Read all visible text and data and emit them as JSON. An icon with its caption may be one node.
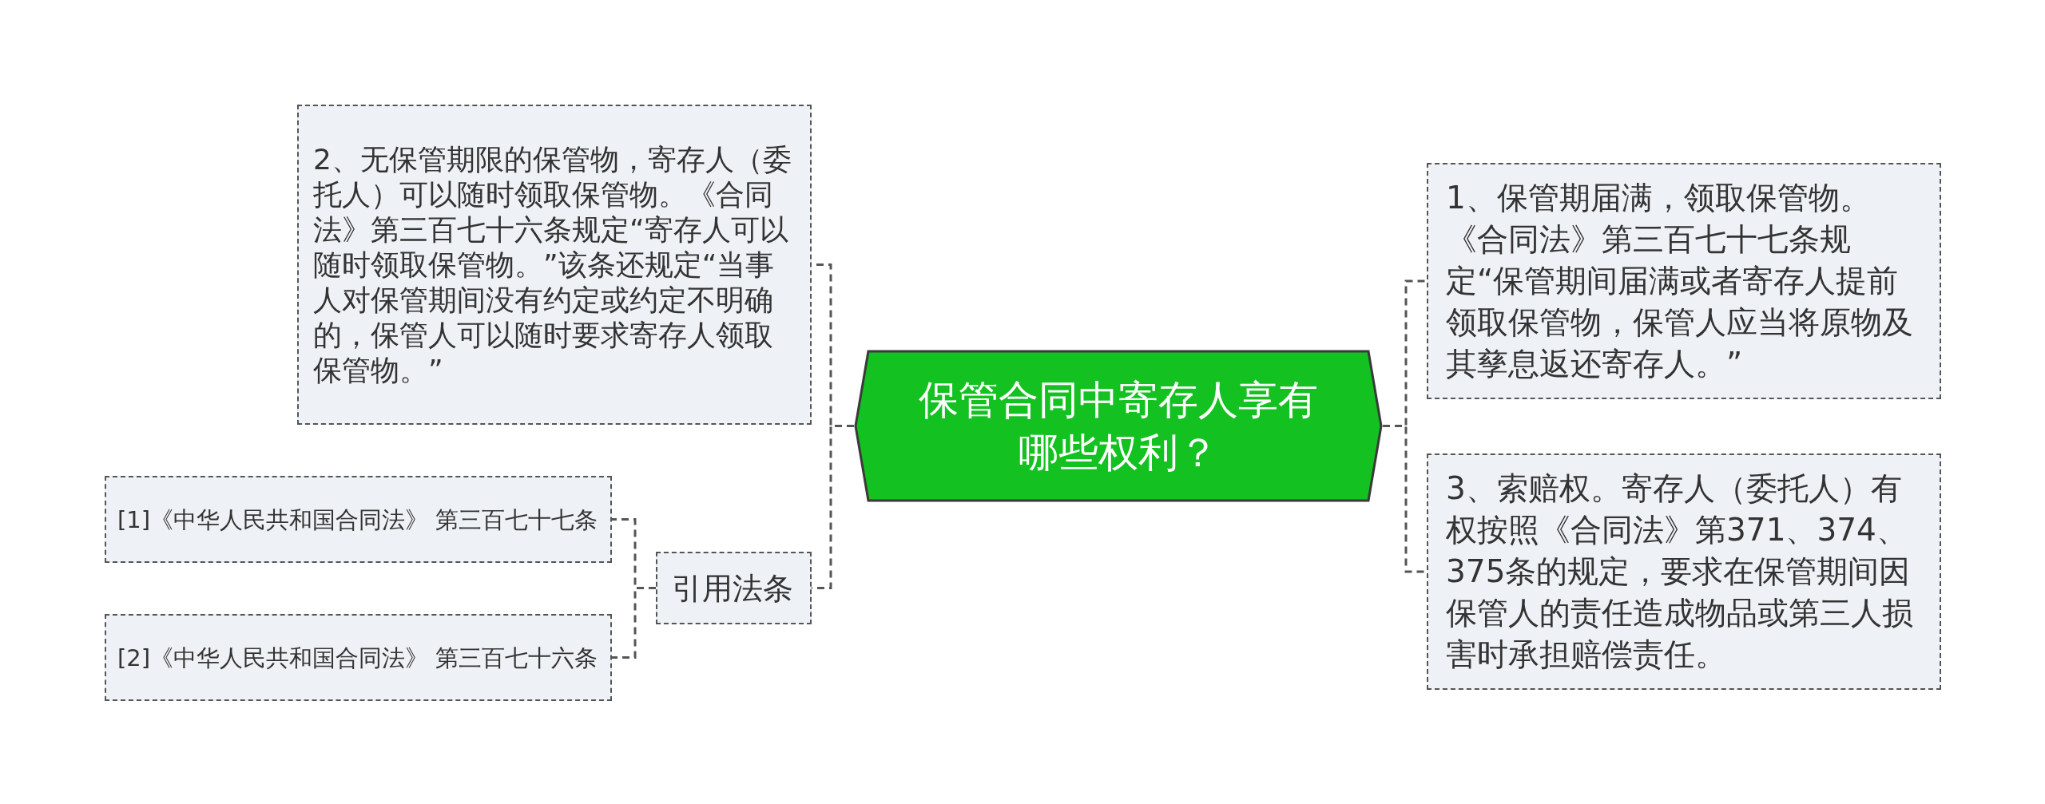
{
  "diagram": {
    "nodes": [
      {
        "text": [
          "保管合同中寄存人享有哪些权利？"
        ]
      },
      {
        "text": [
          "1、保管期届满，领取保管物。《合同法》第三百七十七条规定“保管期间届满或者寄存人提前领取保管物，保管人应当将原物及其孳息返还寄存人。”"
        ]
      },
      {
        "text": [
          "2、无保管期限的保管物，寄存人（委托人）可以随时领取保管物。《合同法》第三百七十六条规定“寄存人可以随时领取保管物。”该条还规定“当事人对保管期间没有约定或约定不明确的，保管人可以随时要求寄存人领取保管物。”"
        ]
      },
      {
        "text": [
          "3、索赔权。寄存人（委托人）有权按照《合同法》第371、374、375条的规定，要求在保管期间因保管人的责任造成物品或第三人损害时承担赔偿责任。"
        ]
      },
      {
        "text": [
          "引用法条"
        ]
      },
      {
        "text": [
          "[1]《中华人民共和国合同法》 第三百七十七条"
        ]
      },
      {
        "text": [
          "[2]《中华人民共和国合同法》 第三百七十六条"
        ]
      }
    ],
    "edges": [
      {
        "from": 0,
        "to": 1,
        "arrow": "none",
        "style": "dashed"
      },
      {
        "from": 0,
        "to": 3,
        "arrow": "none",
        "style": "dashed"
      },
      {
        "from": 0,
        "to": 2,
        "arrow": "none",
        "style": "dashed"
      },
      {
        "from": 0,
        "to": 4,
        "arrow": "none",
        "style": "dashed"
      },
      {
        "from": 4,
        "to": 5,
        "arrow": "none",
        "style": "dashed"
      },
      {
        "from": 4,
        "to": 6,
        "arrow": "none",
        "style": "dashed"
      }
    ]
  }
}
